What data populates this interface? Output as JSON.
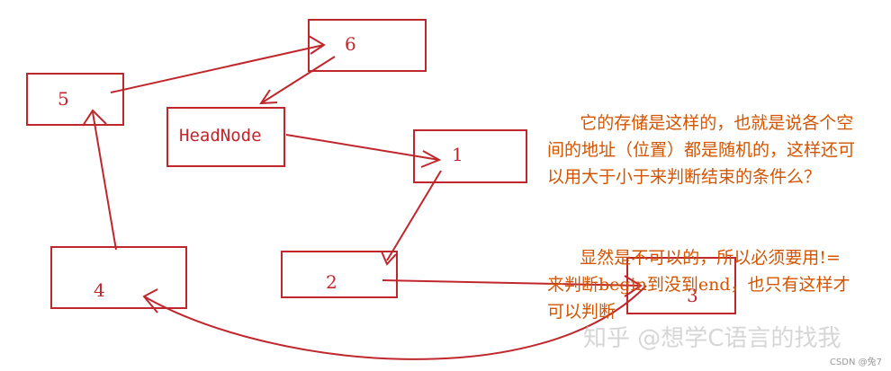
{
  "accent_color": "#c0272d",
  "note_color": "#d35400",
  "nodes": {
    "head": "HeadNode",
    "n1": "1",
    "n2": "2",
    "n3": "3",
    "n4": "4",
    "n5": "5",
    "n6": "6"
  },
  "note": {
    "para1": "      它的存储是这样的，也就是说各个空间的地址（位置）都是随机的，这样还可以用大于小于来判断结束的条件么？",
    "para2": "      显然是不可以的，所以必须要用!= 来判断begin到没到end，也只有这样才可以判断"
  },
  "watermark": "知乎 @想学C语言的找我",
  "credit": "CSDN @兔7"
}
